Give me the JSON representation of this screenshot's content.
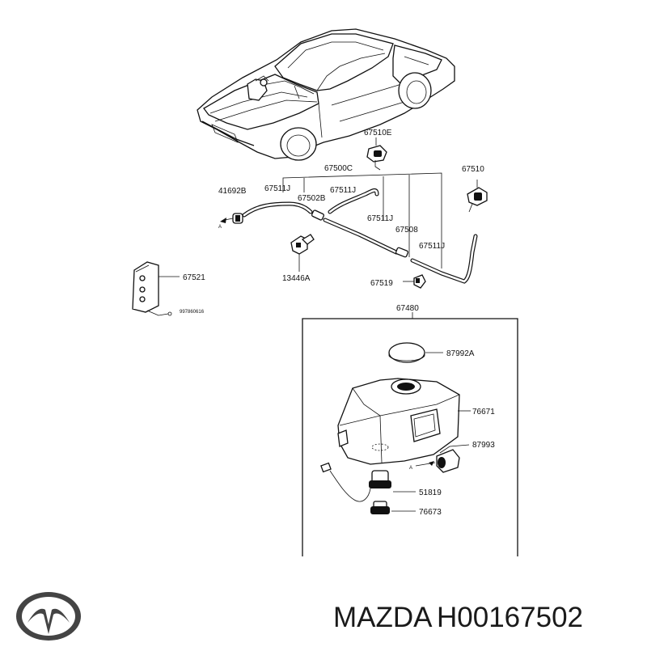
{
  "labels": {
    "p67510E": "67510E",
    "p67500C": "67500C",
    "p67510": "67510",
    "p41692B": "41692B",
    "p67511J_a": "67511J",
    "p67502B": "67502B",
    "p67511J_b": "67511J",
    "p67511J_c": "67511J",
    "p67508": "67508",
    "p67511J_d": "67511J",
    "p13446A": "13446A",
    "p67519": "67519",
    "p67521": "67521",
    "p997860616": "997860616",
    "p67480": "67480",
    "p87992A": "87992A",
    "p76671": "76671",
    "p87993": "87993",
    "p51819": "51819",
    "p76673": "76673",
    "arrowA_left": "A",
    "arrowA_right": "A"
  },
  "footer": {
    "brand": "MAZDA",
    "part_number": "H00167502"
  }
}
